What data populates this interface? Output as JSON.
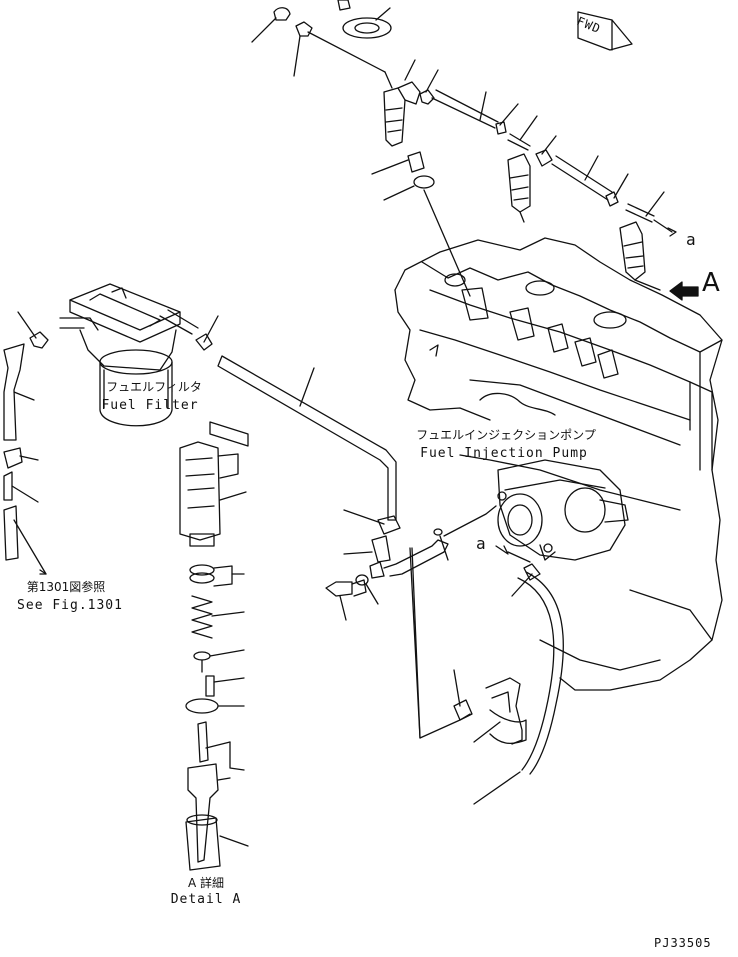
{
  "labels": {
    "fuel_filter_jp": "フュエルフィルタ",
    "fuel_filter_en": "Fuel Filter",
    "fuel_injection_pump_jp": "フュエルインジェクションポンプ",
    "fuel_injection_pump_en": "Fuel Injection Pump",
    "see_fig_jp": "第1301図参照",
    "see_fig_en": "See Fig.1301",
    "detail_a_jp": "A 詳細",
    "detail_a_en": "Detail A",
    "view_a_marker": "A",
    "ref_a_upper": "a",
    "ref_a_lower": "a",
    "fwd": "FWD",
    "drawing_number": "PJ33505"
  },
  "icons": {
    "view_arrow": "left-arrow-icon",
    "fwd_arrow": "fwd-arrow-icon"
  }
}
